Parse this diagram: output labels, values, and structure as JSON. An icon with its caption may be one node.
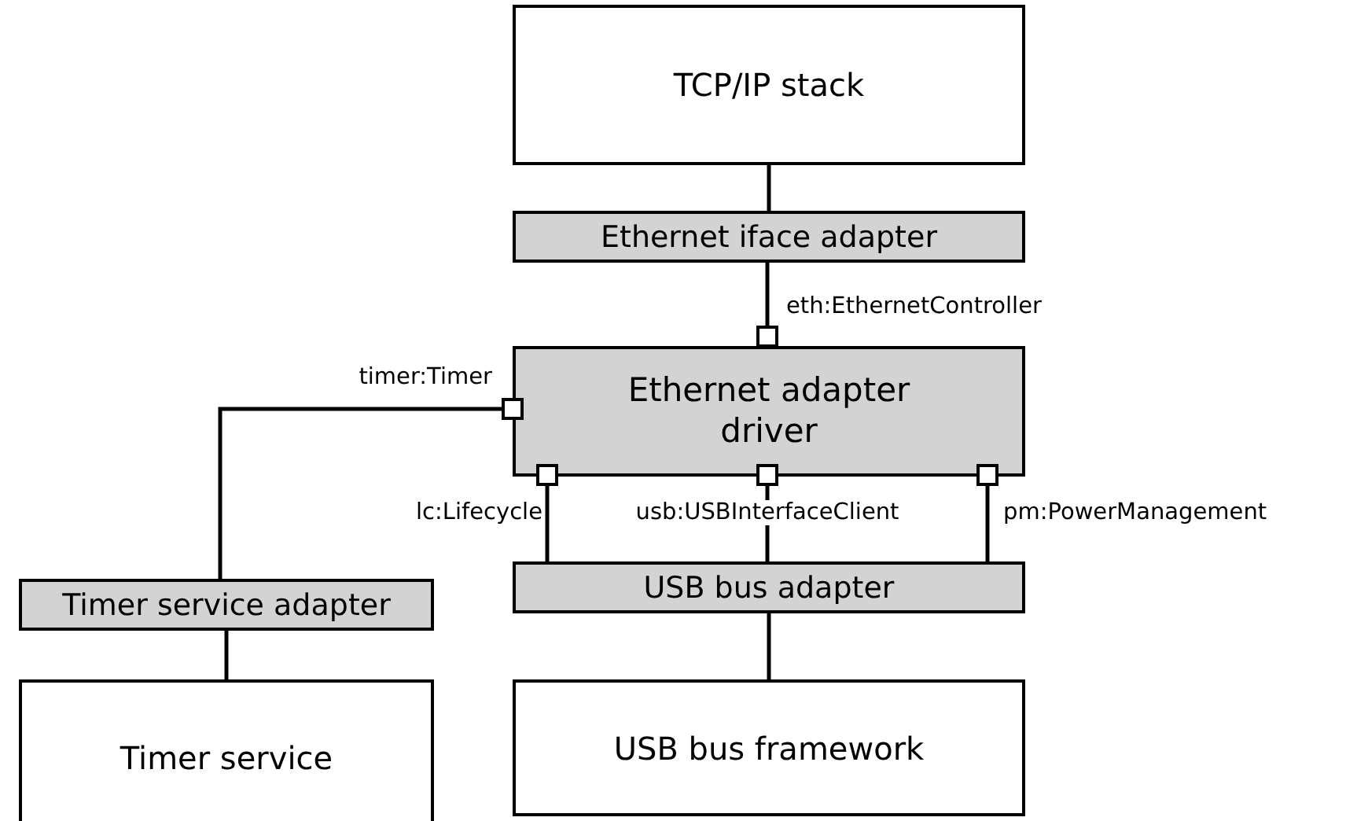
{
  "diagram": {
    "nodes": [
      {
        "text": [
          "TCP/IP stack"
        ]
      },
      {
        "text": [
          "Ethernet iface adapter"
        ]
      },
      {
        "text": [],
        "shape": "box",
        "beside": [
          "eth:EthernetController"
        ]
      },
      {
        "text": [],
        "shape": "box",
        "beside": [
          "timer:Timer"
        ]
      },
      {
        "text": [
          "Ethernet adapter driver"
        ]
      },
      {
        "text": [],
        "shape": "box",
        "beside": [
          "lc:Lifecycle"
        ]
      },
      {
        "text": [],
        "shape": "box",
        "beside": [
          "usb:USBInterfaceClient"
        ]
      },
      {
        "text": [],
        "shape": "box",
        "beside": [
          "pm:PowerManagement"
        ]
      },
      {
        "text": [
          "Timer service adapter"
        ]
      },
      {
        "text": [
          "USB bus adapter"
        ]
      },
      {
        "text": [
          "Timer service"
        ]
      },
      {
        "text": [
          "USB bus framework"
        ]
      }
    ],
    "edges": [
      {
        "from": 0,
        "to": 1,
        "arrow": "none"
      },
      {
        "from": 1,
        "to": 2,
        "arrow": "none"
      },
      {
        "from": 3,
        "to": 8,
        "arrow": "none"
      },
      {
        "from": 8,
        "to": 10,
        "arrow": "none"
      },
      {
        "from": 5,
        "to": 9,
        "arrow": "none"
      },
      {
        "from": 6,
        "to": 9,
        "arrow": "none"
      },
      {
        "from": 7,
        "to": 9,
        "arrow": "none"
      },
      {
        "from": 9,
        "to": 11,
        "arrow": "none"
      }
    ]
  }
}
